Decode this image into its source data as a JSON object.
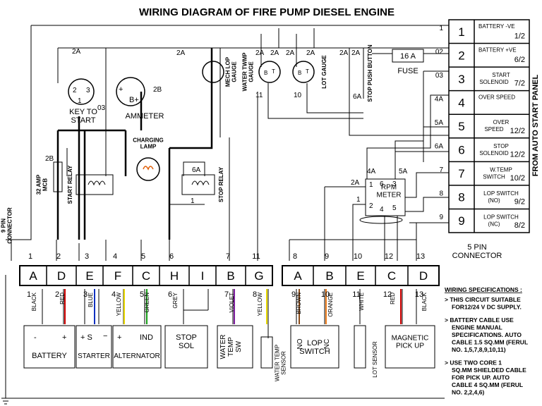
{
  "title": "WIRING DIAGRAM OF FIRE PUMP DIESEL ENGINE",
  "panel": {
    "side_label": "FROM AUTO START PANEL",
    "terminals": [
      {
        "num": "1",
        "desc1": "BATTERY -VE",
        "desc2": "",
        "code": "1/2"
      },
      {
        "num": "2",
        "desc1": "BATTERY +VE",
        "desc2": "",
        "code": "6/2"
      },
      {
        "num": "3",
        "desc1": "START",
        "desc2": "SOLENOID",
        "code": "7/2"
      },
      {
        "num": "4",
        "desc1": "OVER SPEED",
        "desc2": "",
        "code": ""
      },
      {
        "num": "5",
        "desc1": "OVER",
        "desc2": "SPEED",
        "code": "12/2"
      },
      {
        "num": "6",
        "desc1": "STOP",
        "desc2": "SOLENOID",
        "code": "12/2"
      },
      {
        "num": "7",
        "desc1": "W.TEMP",
        "desc2": "SWITCH",
        "code": "10/2"
      },
      {
        "num": "8",
        "desc1": "LOP SWITCH",
        "desc2": "(NO)",
        "code": "9/2"
      },
      {
        "num": "9",
        "desc1": "LOP SWITCH",
        "desc2": "(NC)",
        "code": "8/2"
      }
    ],
    "wire_tags": [
      "1",
      "02",
      "03",
      "4A",
      "5A",
      "6A",
      "7",
      "8",
      "9"
    ]
  },
  "components": {
    "key_to_start": "KEY TO\nSTART",
    "ammeter": "AMMETER",
    "charging_lamp": "CHARGING\nLAMP",
    "mcb": "32 AMP\nMCB",
    "start_relay": "START RELAY",
    "stop_relay": "STOP RELAY",
    "mech_lop_gauge": "MECH LOP\nGAUGE",
    "water_temp_gauge": "WATER TWMP\nGAUGE",
    "lot_gauge": "LOT GAUGE",
    "stop_push_button": "STOP PUSH BUTTON",
    "fuse": "FUSE",
    "fuse_rating": "16 A",
    "rpm_meter": "RPM\nMETER"
  },
  "connector9": {
    "label": "9 PIN\nCONNECTOR",
    "pins": [
      "A",
      "D",
      "E",
      "F",
      "C",
      "H",
      "I",
      "B",
      "G"
    ],
    "top_nums": [
      "1",
      "2",
      "3",
      "4",
      "5",
      "6",
      "",
      "7",
      "11"
    ],
    "bottom_nums": [
      "1",
      "2",
      "3",
      "4",
      "5",
      "6",
      "",
      "7",
      "8"
    ],
    "wire_colors": [
      "BLACK",
      "RED",
      "BLUE",
      "YELLOW",
      "GREEN",
      "GREY",
      "",
      "VIOLET",
      "YELLOW"
    ]
  },
  "connector5": {
    "label": "5 PIN\nCONNECTOR",
    "pins": [
      "A",
      "B",
      "E",
      "C",
      "D"
    ],
    "top_nums": [
      "8",
      "9",
      "10",
      "12",
      "13"
    ],
    "bottom_nums": [
      "9",
      "10",
      "11",
      "12",
      "13"
    ],
    "wire_colors": [
      "BROWN",
      "ORANGE",
      "WHITE",
      "RED",
      "BLACK"
    ]
  },
  "devices": {
    "battery": "BATTERY",
    "starter": "STARTER",
    "alternator": "ALTERNATOR",
    "stop_sol": "STOP\nSOL",
    "water_temp_sw": "WATER\nTEMP\nSW",
    "water_temp_sensor": "WATER TEMP\nSENSOR",
    "lop_switch": "LOP\nSWITCH",
    "lot_sensor": "LOT SENSOR",
    "magnetic_pickup": "MAGNETIC\nPICK UP"
  },
  "specs": {
    "heading": "WIRING SPECIFICATIONS :",
    "items": [
      "> THIS CIRCUIT SUITABLE\nFOR12/24 V DC SUPPLY.",
      "> BATTERY CABLE USE\nENGINE MANUAL\nSPECIFICATIONS. AUTO\nCABLE 1.5 SQ.MM (FERUL\nNO. 1,5,7,8,9,10,11)",
      "> USE TWO CORE 1\nSQ.MM SHIELDED CABLE\nFOR PICK UP. AUTO\nCABLE 4 SQ.MM (FERUL\nNO. 2,2,4,6)"
    ]
  }
}
